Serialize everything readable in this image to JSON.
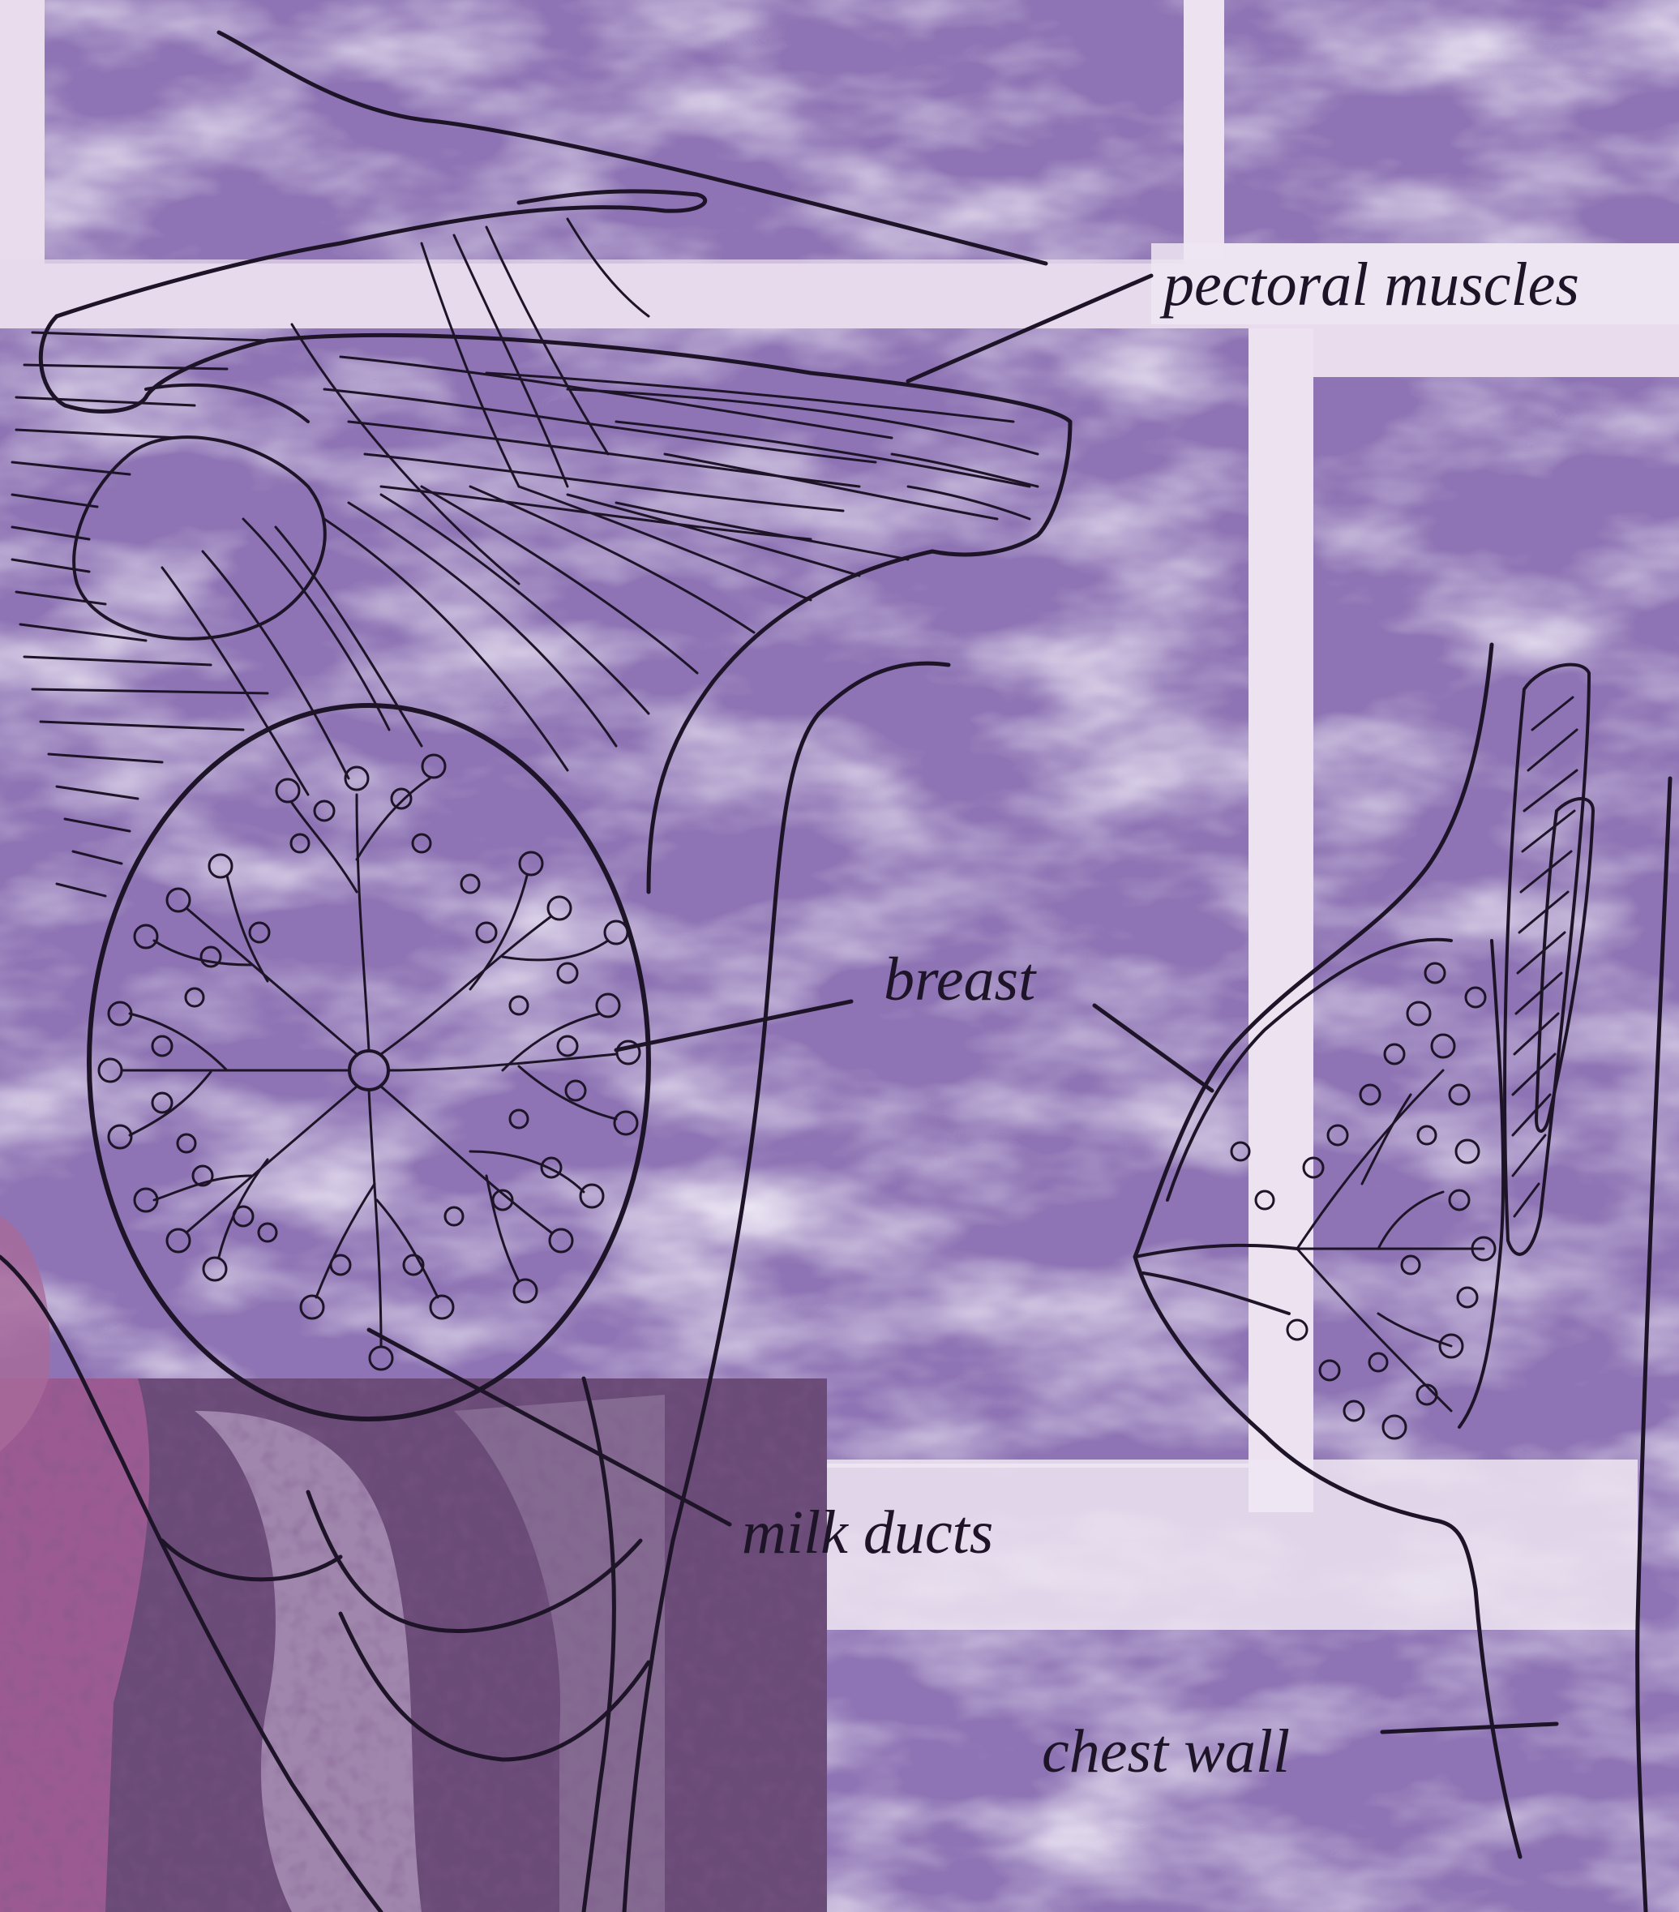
{
  "labels": {
    "pectoral_muscles": "pectoral muscles",
    "breast": "breast",
    "milk_ducts": "milk ducts",
    "chest_wall": "chest wall"
  },
  "colors": {
    "background": "#e9dced",
    "sky_panel": "#8e74b4",
    "cloud": "#e6dcef",
    "line": "#1e1428",
    "tissue": "#6a4a76"
  }
}
